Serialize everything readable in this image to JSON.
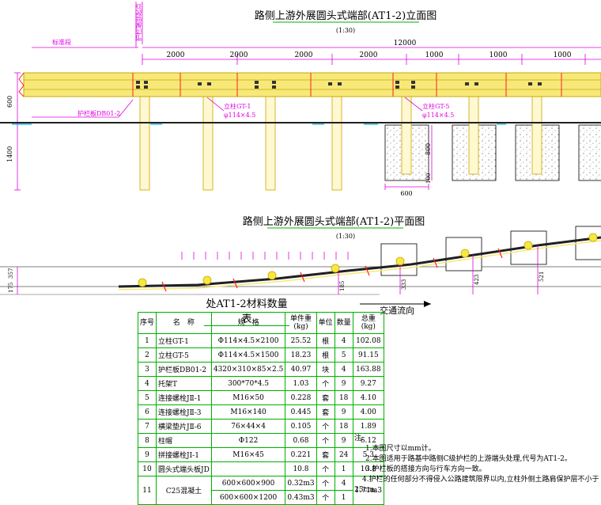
{
  "elevation": {
    "title": "路侧上游外展圆头式端部(AT1-2)立面图",
    "scale": "(1:30)",
    "start_label": "护栏端部起点",
    "std_label": "标准段",
    "total_dim": "12000",
    "segment_dims": [
      "2000",
      "2000",
      "2000",
      "2000",
      "1000",
      "1000",
      "1000"
    ],
    "height_dims": [
      "600",
      "1400"
    ],
    "plate_label": "护栏板DB01-2",
    "post1_label": "立柱GT-1",
    "post1_size": "φ114×4.5",
    "post5_label": "立柱GT-5",
    "post5_size": "φ114×4.5",
    "footing_width": "600",
    "footing_depth": "800",
    "footing_small": "100"
  },
  "plan": {
    "title": "路侧上游外展圆头式端部(AT1-2)平面图",
    "scale": "(1:30)",
    "flow_label": "交通流向",
    "left_dims": [
      "357",
      "175"
    ],
    "offset_dims": [
      "185",
      "333",
      "423",
      "521"
    ]
  },
  "table": {
    "title": "处AT1-2材料数量表",
    "headers": [
      "序号",
      "名　称",
      "规　格",
      "单件重\n(kg)",
      "单位",
      "数量",
      "总重\n(kg)"
    ],
    "rows": [
      [
        "1",
        "立柱GT-1",
        "Φ114×4.5×2100",
        "25.52",
        "根",
        "4",
        "102.08"
      ],
      [
        "2",
        "立柱GT-5",
        "Φ114×4.5×1500",
        "18.23",
        "根",
        "5",
        "91.15"
      ],
      [
        "3",
        "护栏板DB01-2",
        "4320×310×85×2.5",
        "40.97",
        "块",
        "4",
        "163.88"
      ],
      [
        "4",
        "托架T",
        "300*70*4.5",
        "1.03",
        "个",
        "9",
        "9.27"
      ],
      [
        "5",
        "连接螺栓JⅡ-1",
        "M16×50",
        "0.228",
        "套",
        "18",
        "4.10"
      ],
      [
        "6",
        "连接螺栓JⅡ-3",
        "M16×140",
        "0.445",
        "套",
        "9",
        "4.00"
      ],
      [
        "7",
        "横梁垫片JⅡ-6",
        "76×44×4",
        "0.105",
        "个",
        "18",
        "1.89"
      ],
      [
        "8",
        "柱帽",
        "Φ122",
        "0.68",
        "个",
        "9",
        "6.12"
      ],
      [
        "9",
        "拼接螺栓JI-1",
        "M16×45",
        "0.221",
        "套",
        "24",
        "5.3"
      ],
      [
        "10",
        "圆头式端头板JD",
        "",
        "10.8",
        "个",
        "1",
        "10.8"
      ]
    ],
    "row11": {
      "no": "11",
      "name": "C25混凝土",
      "spec_a": "600×600×900",
      "spec_b": "600×600×1200",
      "w_a": "0.32m3",
      "w_b": "0.43m3",
      "unit": "个",
      "qty_a": "4",
      "qty_b": "1",
      "total": "1.71m3"
    }
  },
  "notes": {
    "heading": "注:",
    "items": [
      "1.本图尺寸以mm计。",
      "2.本图适用于路基中路侧C级护栏的上游端头处理,代号为AT1-2。",
      "3.护栏板的搭接方向与行车方向一致。",
      "4.护栏的任何部分不得侵入公路建筑限界以内,立柱外侧土路肩保护层不小于",
      "25cm。"
    ]
  },
  "colors": {
    "rail": "#f7e87a",
    "rail_edge": "#c8a800",
    "dim": "#e000e0",
    "green": "#00b000",
    "red": "#ff2020",
    "cyan": "#00b0e0",
    "dark": "#202020"
  }
}
